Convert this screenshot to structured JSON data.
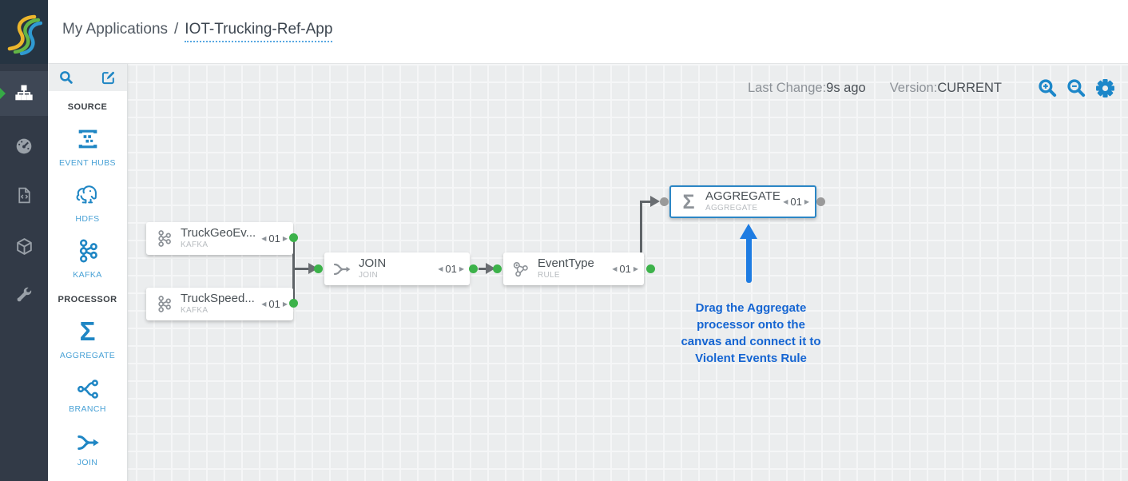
{
  "header": {
    "breadcrumb": {
      "root": "My Applications",
      "separator": "/",
      "app": "IOT-Trucking-Ref-App"
    }
  },
  "sidebar": {
    "items": [
      {
        "icon": "topology-icon",
        "active": true
      },
      {
        "icon": "dashboard-icon",
        "active": false
      },
      {
        "icon": "custom-processor-icon",
        "active": false
      },
      {
        "icon": "model-registry-icon",
        "active": false
      },
      {
        "icon": "configuration-icon",
        "active": false
      }
    ]
  },
  "palette": {
    "toolbar": {
      "icons": [
        "search-icon",
        "edit-icon"
      ]
    },
    "sections": [
      {
        "title": "SOURCE",
        "items": [
          {
            "label": "EVENT HUBS",
            "icon": "event-hubs-icon"
          },
          {
            "label": "HDFS",
            "icon": "hdfs-elephant-icon"
          },
          {
            "label": "KAFKA",
            "icon": "kafka-icon"
          }
        ]
      },
      {
        "title": "PROCESSOR",
        "items": [
          {
            "label": "AGGREGATE",
            "icon": "sigma-icon"
          },
          {
            "label": "BRANCH",
            "icon": "branch-icon"
          },
          {
            "label": "JOIN",
            "icon": "join-icon"
          }
        ]
      }
    ]
  },
  "statusbar": {
    "last_change_label": "Last Change:",
    "last_change_value": "9s ago",
    "version_label": "Version:",
    "version_value": "CURRENT",
    "icons": [
      "zoom-in-icon",
      "zoom-out-icon",
      "settings-gear-icon"
    ]
  },
  "canvas": {
    "nodes": [
      {
        "title": "TruckGeoEv...",
        "subtitle": "KAFKA",
        "pager": "01",
        "icon": "kafka-icon",
        "selected": false
      },
      {
        "title": "TruckSpeed...",
        "subtitle": "KAFKA",
        "pager": "01",
        "icon": "kafka-icon",
        "selected": false
      },
      {
        "title": "JOIN",
        "subtitle": "JOIN",
        "pager": "01",
        "icon": "join-icon",
        "selected": false
      },
      {
        "title": "EventType",
        "subtitle": "RULE",
        "pager": "01",
        "icon": "rule-icon",
        "selected": false
      },
      {
        "title": "AGGREGATE",
        "subtitle": "AGGREGATE",
        "pager": "01",
        "icon": "sigma-icon",
        "selected": true
      }
    ],
    "annotation": {
      "lines": [
        "Drag the Aggregate",
        "processor onto the",
        "canvas and connect it to",
        "Violent Events Rule"
      ]
    }
  },
  "glyphs": {
    "pager_prev": "◀",
    "pager_next": "▶",
    "sigma": "Σ"
  },
  "colors": {
    "accent_blue": "#1f86c4",
    "selection_blue": "#2b86c5",
    "annotation_blue": "#1565d2",
    "arrow_blue": "#1e7ce2",
    "green_dot": "#3cb24a",
    "gray_dot": "#9a9a9a",
    "connector": "#5f6468",
    "sidebar_bg": "#323a47",
    "logo_bg": "#263442",
    "canvas_bg": "#ebedee"
  }
}
